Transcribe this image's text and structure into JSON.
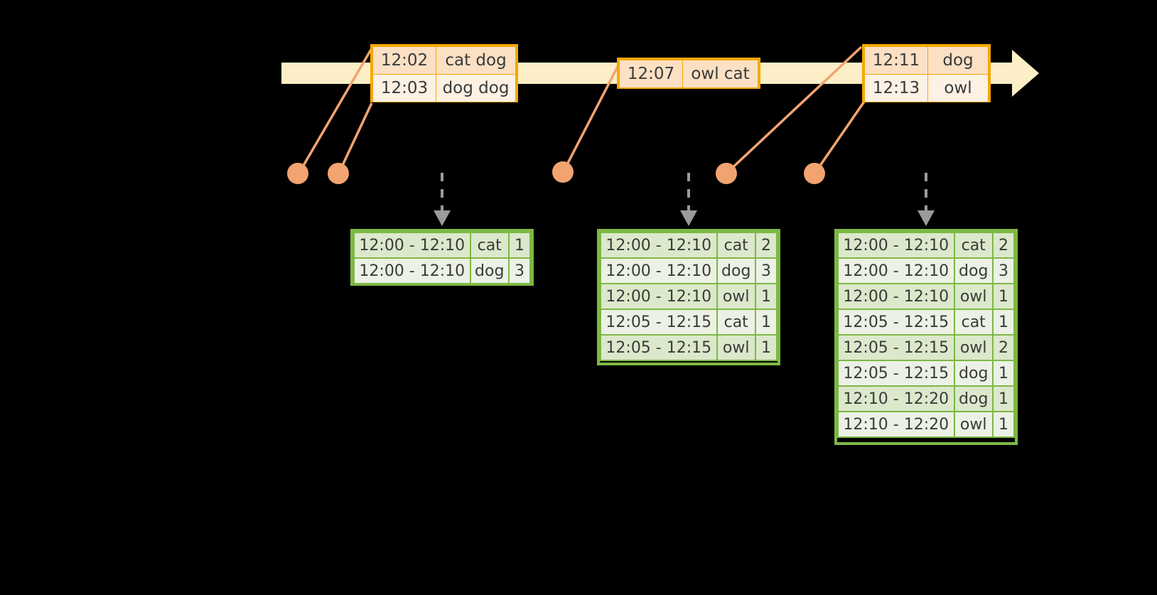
{
  "diagram": {
    "title": "sliding-window-word-count-timeline",
    "colors": {
      "timeline_fill": "#FCEFC7",
      "event_border": "#F5A800",
      "event_fill_primary": "#FBE0C4",
      "event_fill_secondary": "#FDF1E4",
      "connector": "#F2A470",
      "table_border": "#7DB843",
      "table_fill_primary": "#DCE8CB",
      "table_fill_secondary": "#ECF1E5",
      "arrow_gray": "#9B9B9B",
      "background": "#000000"
    }
  },
  "timeline": {
    "arrow_head": "timeline-arrowhead",
    "event_groups": [
      {
        "name": "event-group-1",
        "rows": [
          {
            "time": "12:02",
            "words": "cat dog"
          },
          {
            "time": "12:03",
            "words": "dog dog"
          }
        ]
      },
      {
        "name": "event-group-2",
        "rows": [
          {
            "time": "12:07",
            "words": "owl cat"
          }
        ]
      },
      {
        "name": "event-group-3",
        "rows": [
          {
            "time": "12:11",
            "words": "dog"
          },
          {
            "time": "12:13",
            "words": "owl"
          }
        ]
      }
    ]
  },
  "results": [
    {
      "name": "result-table-1",
      "rows": [
        {
          "window": "12:00 - 12:10",
          "word": "cat",
          "count": "1"
        },
        {
          "window": "12:00 - 12:10",
          "word": "dog",
          "count": "3"
        }
      ]
    },
    {
      "name": "result-table-2",
      "rows": [
        {
          "window": "12:00 - 12:10",
          "word": "cat",
          "count": "2"
        },
        {
          "window": "12:00 - 12:10",
          "word": "dog",
          "count": "3"
        },
        {
          "window": "12:00 - 12:10",
          "word": "owl",
          "count": "1"
        },
        {
          "window": "12:05 - 12:15",
          "word": "cat",
          "count": "1"
        },
        {
          "window": "12:05 - 12:15",
          "word": "owl",
          "count": "1"
        }
      ]
    },
    {
      "name": "result-table-3",
      "rows": [
        {
          "window": "12:00 - 12:10",
          "word": "cat",
          "count": "2"
        },
        {
          "window": "12:00 - 12:10",
          "word": "dog",
          "count": "3"
        },
        {
          "window": "12:00 - 12:10",
          "word": "owl",
          "count": "1"
        },
        {
          "window": "12:05 - 12:15",
          "word": "cat",
          "count": "1"
        },
        {
          "window": "12:05 - 12:15",
          "word": "owl",
          "count": "2"
        },
        {
          "window": "12:05 - 12:15",
          "word": "dog",
          "count": "1"
        },
        {
          "window": "12:10 - 12:20",
          "word": "dog",
          "count": "1"
        },
        {
          "window": "12:10 - 12:20",
          "word": "owl",
          "count": "1"
        }
      ]
    }
  ]
}
